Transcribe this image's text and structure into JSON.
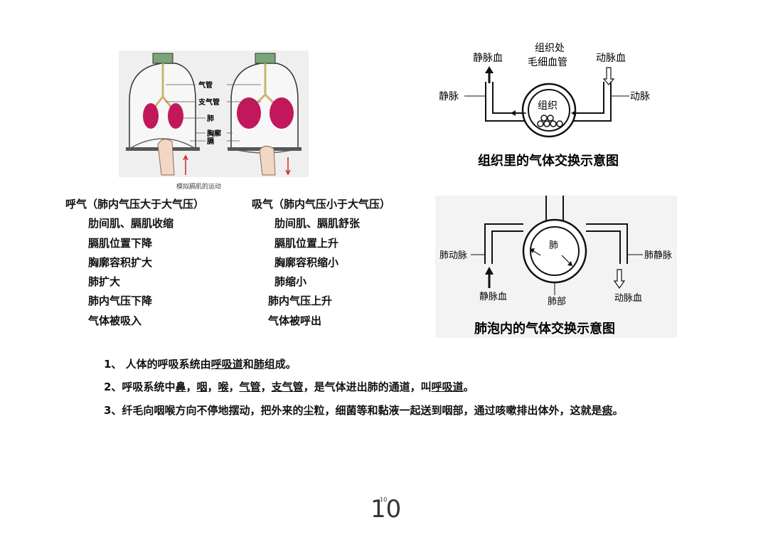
{
  "bell_figure": {
    "labels": {
      "trachea": "气管",
      "bronchus": "支气管",
      "lung": "肺",
      "thorax": "胸廓",
      "diaphragm": "膈"
    },
    "caption": "模拟膈肌的运动"
  },
  "exhale": {
    "title": "呼气（肺内气压大于大气压）",
    "items": [
      "肋间肌、膈肌收缩",
      "膈肌位置下降",
      "胸廓容积扩大",
      "肺扩大",
      "肺内气压下降",
      "气体被吸入"
    ]
  },
  "inhale": {
    "title": "吸气（肺内气压小于大气压）",
    "items": [
      "肋间肌、膈肌舒张",
      "膈肌位置上升",
      "胸廓容积缩小",
      "肺缩小",
      "肺内气压上升",
      "气体被呼出"
    ]
  },
  "tissue_diagram": {
    "top_label_1": "组织处",
    "top_label_2": "毛细血管",
    "venous_blood": "静脉血",
    "arterial_blood": "动脉血",
    "vein": "静脉",
    "artery": "动脉",
    "tissue": "组织",
    "title": "组织里的气体交换示意图"
  },
  "lung_diagram": {
    "pulmonary_artery": "肺动脉",
    "pulmonary_vein": "肺静脉",
    "lung": "肺",
    "venous_blood": "静脉血",
    "lung_part": "肺部",
    "arterial_blood": "动脉血",
    "title": "肺泡内的气体交换示意图"
  },
  "notes": {
    "n1": {
      "num": "1、",
      "pre": " 人体的呼吸系统由",
      "u1": "呼吸道",
      "mid": "和",
      "u2": "肺",
      "post": "组成。"
    },
    "n2": {
      "pre": "2、呼吸系统中",
      "u1": "鼻",
      "s1": "，",
      "u2": "咽",
      "s2": "，",
      "u3": "喉",
      "s3": "，",
      "u4": "气管",
      "s4": "，",
      "u5": "支气管",
      "s5": "，是气体进出肺的通道，叫",
      "u6": "呼吸道",
      "post": "。"
    },
    "n3": {
      "pre": "3、纤毛向咽喉方向不停地摆动，把外来的尘粒，细菌等和黏液一起送到咽部，通过咳嗽排出体外，这就是",
      "u1": "痰",
      "post": "。"
    }
  },
  "page": {
    "number": "10",
    "small_number": "10"
  }
}
